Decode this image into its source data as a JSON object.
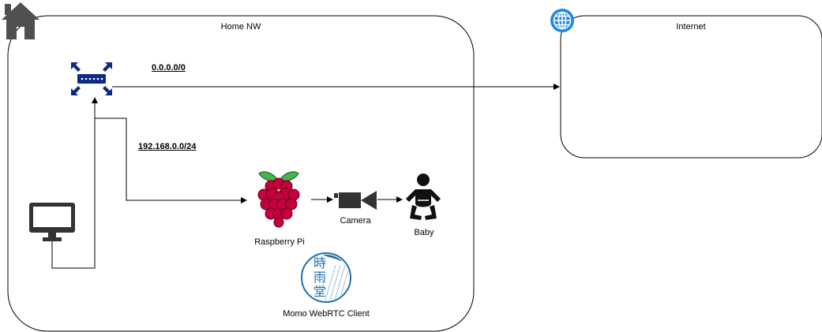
{
  "home_network": {
    "label": "Home NW",
    "subnet_label": "192.168.0.0/24",
    "default_route_label": "0.0.0.0/0"
  },
  "internet": {
    "label": "Internet"
  },
  "nodes": {
    "router": {
      "label": ""
    },
    "raspberry_pi": {
      "label": "Raspberry Pi"
    },
    "camera": {
      "label": "Camera"
    },
    "baby": {
      "label": "Baby"
    },
    "momo": {
      "label": "Momo WebRTC Client",
      "logo_text": [
        "時",
        "雨",
        "堂"
      ]
    },
    "monitor": {
      "label": ""
    }
  },
  "icons": {
    "home": "home-icon",
    "globe": "globe-icon",
    "router": "router-icon",
    "raspberry_pi": "raspberry-pi-icon",
    "camera": "video-camera-icon",
    "baby": "baby-icon",
    "momo": "shiguredo-logo",
    "monitor": "monitor-icon"
  },
  "colors": {
    "home_icon": "#505050",
    "router": "#0c2a83",
    "globe": "#1e88e5",
    "raspberry": "#c7003d",
    "raspberry_leaf": "#4caf50",
    "momo_logo": "#1f6fa8",
    "dark_icon": "#333333"
  }
}
